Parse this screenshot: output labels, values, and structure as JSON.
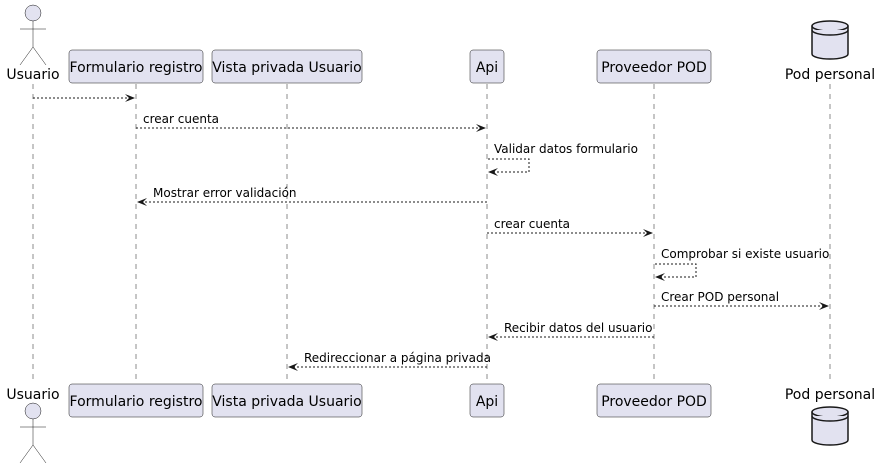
{
  "participants": [
    {
      "id": "usuario",
      "label": "Usuario",
      "kind": "actor"
    },
    {
      "id": "formulario",
      "label": "Formulario registro",
      "kind": "participant"
    },
    {
      "id": "vista",
      "label": "Vista privada Usuario",
      "kind": "participant"
    },
    {
      "id": "api",
      "label": "Api",
      "kind": "participant"
    },
    {
      "id": "proveedor",
      "label": "Proveedor POD",
      "kind": "participant"
    },
    {
      "id": "pod",
      "label": "Pod personal",
      "kind": "database"
    }
  ],
  "messages": [
    {
      "from": "usuario",
      "to": "formulario",
      "label": ""
    },
    {
      "from": "formulario",
      "to": "api",
      "label": "crear cuenta"
    },
    {
      "from": "api",
      "to": "api",
      "label": "Validar datos formulario"
    },
    {
      "from": "api",
      "to": "formulario",
      "label": "Mostrar error validación"
    },
    {
      "from": "api",
      "to": "proveedor",
      "label": "crear cuenta"
    },
    {
      "from": "proveedor",
      "to": "proveedor",
      "label": "Comprobar si existe usuario"
    },
    {
      "from": "proveedor",
      "to": "pod",
      "label": "Crear POD personal"
    },
    {
      "from": "proveedor",
      "to": "api",
      "label": "Recibir datos del usuario"
    },
    {
      "from": "api",
      "to": "vista",
      "label": "Redireccionar a página privada"
    }
  ]
}
